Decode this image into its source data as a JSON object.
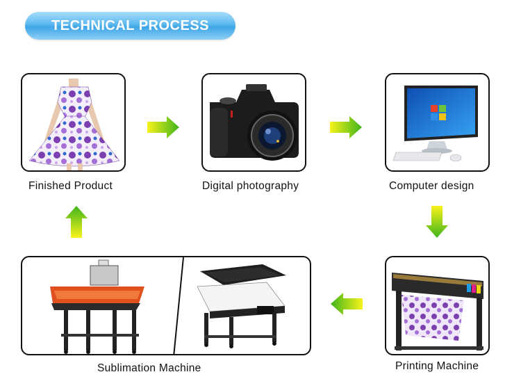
{
  "header": {
    "title": "TECHNICAL PROCESS"
  },
  "steps": [
    {
      "label": "Finished Product",
      "icon": "dress-icon"
    },
    {
      "label": "Digital photography",
      "icon": "camera-icon"
    },
    {
      "label": "Computer design",
      "icon": "computer-icon"
    },
    {
      "label": "Printing Machine",
      "icon": "printer-icon"
    },
    {
      "label": "Sublimation Machine",
      "icon": "heat-press-icon"
    }
  ],
  "colors": {
    "arrow_light": "#f7f21a",
    "arrow_dark": "#3fb51c",
    "banner": "#3ea6e6"
  }
}
